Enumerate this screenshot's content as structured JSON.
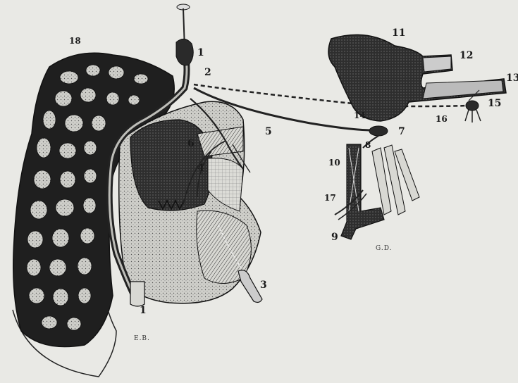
{
  "figure": {
    "labels": {
      "l1": "1",
      "l1b": "1",
      "l2": "2",
      "l3": "3",
      "l4": "4",
      "l5": "5",
      "l6": "6",
      "l7": "7",
      "l8": "8",
      "l9": "9",
      "l10": "10",
      "l11": "11",
      "l12": "12",
      "l13": "13",
      "l14": "14",
      "l15": "15",
      "l16": "16",
      "l17": "17",
      "l18": "18"
    },
    "signatures": {
      "left": "E.B.",
      "right": "G.D."
    }
  },
  "colors": {
    "paper": "#e9e9e5",
    "ink": "#1c1c1c",
    "bone": "#d6d6d1",
    "dark": "#2b2b2b"
  }
}
